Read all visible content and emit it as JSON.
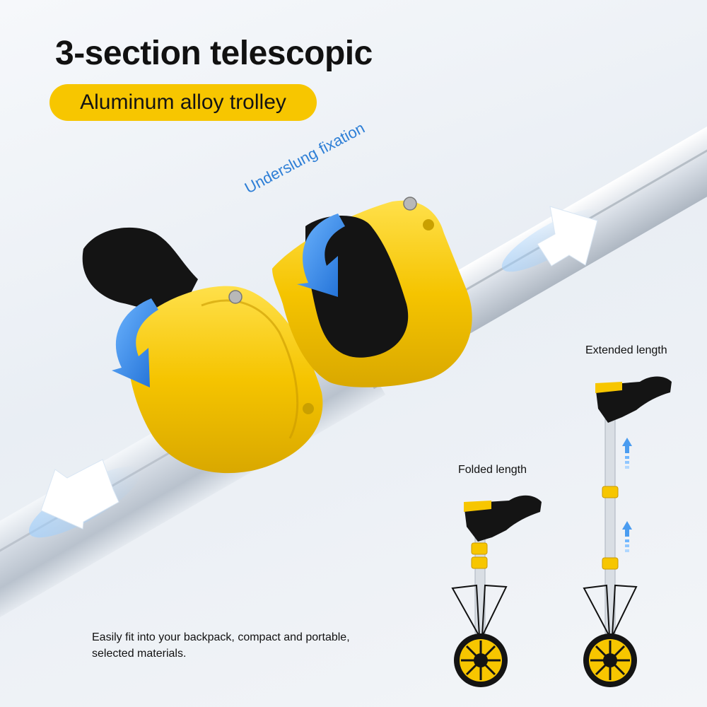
{
  "headline": "3-section telescopic",
  "badge": "Aluminum alloy trolley",
  "callout": "Underslung fixation",
  "extended_label": "Extended length",
  "folded_label": "Folded length",
  "description": "Easily fit into your backpack, compact and portable, selected materials.",
  "colors": {
    "accent_yellow": "#f7c600",
    "arrow_blue": "#2b7fe0",
    "label_blue": "#2e7fd6",
    "tube_silver": "#d6dde6",
    "clip_black": "#111111"
  }
}
